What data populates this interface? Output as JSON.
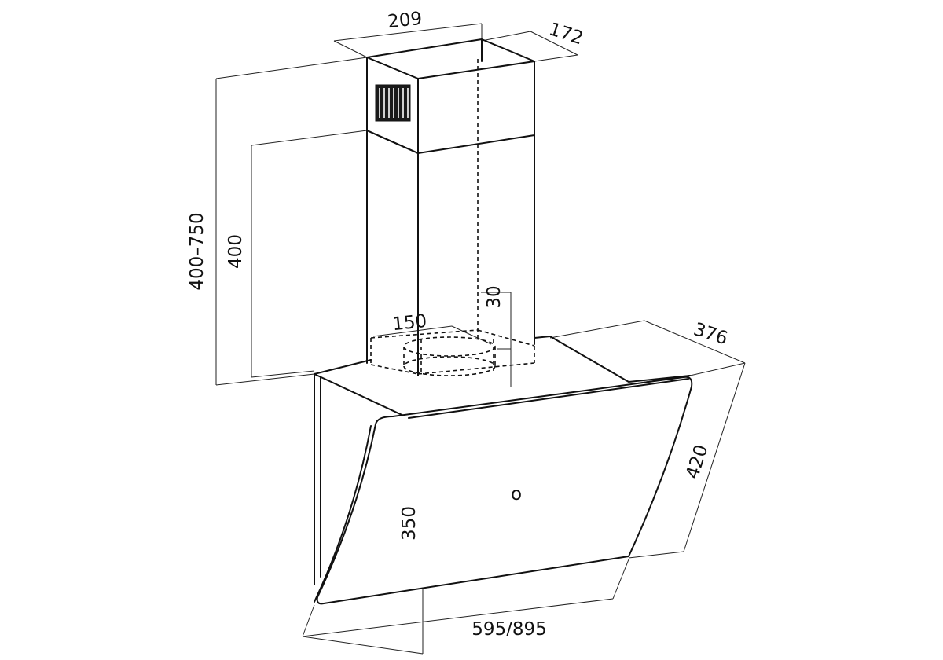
{
  "dimensions": {
    "chimney_width": "209",
    "chimney_depth": "172",
    "total_height": "400–750",
    "chimney_height": "400",
    "outlet_offset": "30",
    "outlet_diameter": "150",
    "hood_depth": "376",
    "hood_panel_height": "420",
    "front_height": "350",
    "hood_width": "595/895"
  },
  "panel_marker": "o"
}
